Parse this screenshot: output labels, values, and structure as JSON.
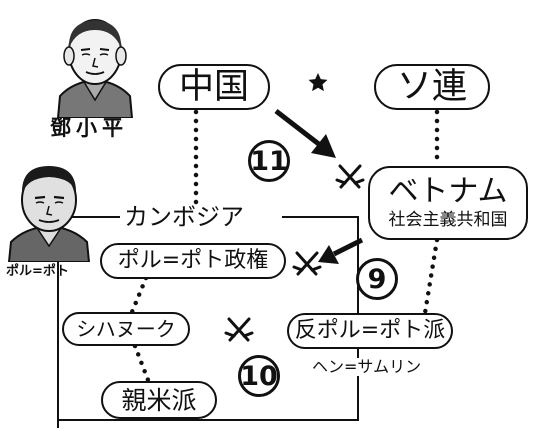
{
  "diagram": {
    "people": {
      "deng": {
        "caption": "鄧小平"
      },
      "pol": {
        "caption": "ポル=ポト"
      }
    },
    "nodes": {
      "china": "中国",
      "soviet": "ソ連",
      "vietnam": {
        "line1": "ベトナム",
        "line2": "社会主義共和国"
      },
      "cambodia": "カンボジア",
      "pol_pot_regime": "ポル=ポト政権",
      "sihanouk": "シハヌーク",
      "pro_american": "親米派",
      "anti_pol_pot": "反ポル=ポト派",
      "heng_samrin": "ヘン=サムリン"
    },
    "markers": {
      "n9": "9",
      "n10": "10",
      "n11": "11"
    }
  }
}
